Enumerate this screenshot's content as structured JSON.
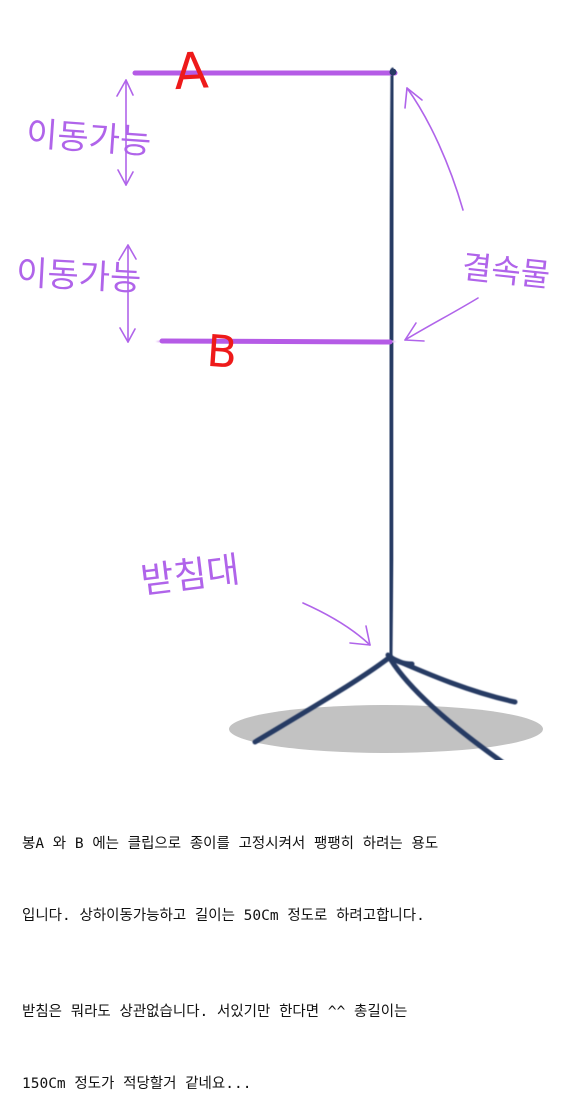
{
  "labels": {
    "rod_a": "A",
    "rod_b": "B",
    "movable_upper": "이동가능",
    "movable_lower": "이동가능",
    "joint": "결속물",
    "stand": "받침대"
  },
  "colors": {
    "pole": "#283a64",
    "rod": "#b55be6",
    "annotation": "#b064ea",
    "letter": "#ee1a1a",
    "shadow": "#c2c2c2"
  },
  "caption": {
    "line1": "봉A 와 B 에는 클립으로 종이를 고정시켜서 팽팽히 하려는 용도",
    "line2": "입니다. 상하이동가능하고 길이는 50Cm 정도로 하려고합니다.",
    "line3": "받침은 뭐라도 상관없습니다. 서있기만 한다면 ^^ 총길이는",
    "line4": "150Cm 정도가 적당할거 같네요..."
  }
}
